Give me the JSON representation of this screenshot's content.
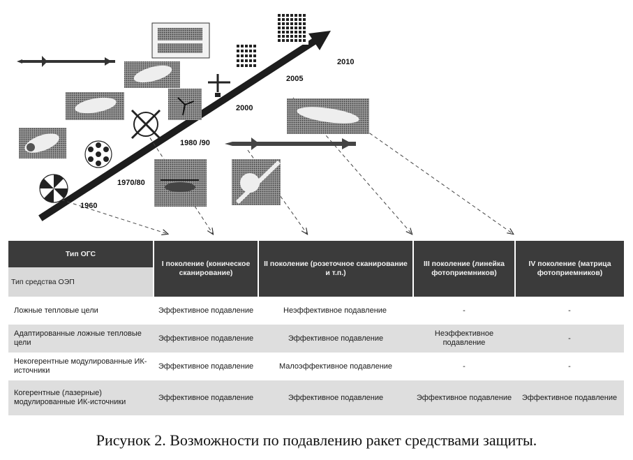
{
  "years": [
    "1960",
    "1970/80",
    "1980 /90",
    "2000",
    "2005",
    "2010"
  ],
  "table": {
    "header_top_left": "Тип ОГС",
    "header_sub_left": "Тип средства ОЭП",
    "columns": [
      "I поколение (коническое сканирование)",
      "II поколение (розеточное сканирование и т.п.)",
      "III поколение (линейка фотоприемников)",
      "IV поколение (матрица фотоприемников)"
    ],
    "rows": [
      {
        "label": "Ложные тепловые цели",
        "cells": [
          "Эффективное подавление",
          "Неэффективное подавление",
          "-",
          "-"
        ]
      },
      {
        "label": "Адаптированные ложные тепловые цели",
        "cells": [
          "Эффективное подавление",
          "Эффективное подавление",
          "Неэффективное подавление",
          "-"
        ]
      },
      {
        "label": "Некогерентные модулированные ИК-источники",
        "cells": [
          "Эффективное подавление",
          "Малоэффективное подавление",
          "-",
          "-"
        ]
      },
      {
        "label": "Когерентные (лазерные) модулированные ИК-источники",
        "cells": [
          "Эффективное подавление",
          "Эффективное подавление",
          "Эффективное подавление",
          "Эффективное подавление"
        ]
      }
    ]
  },
  "caption": "Рисунок 2. Возможности по подавлению ракет средствами защиты."
}
